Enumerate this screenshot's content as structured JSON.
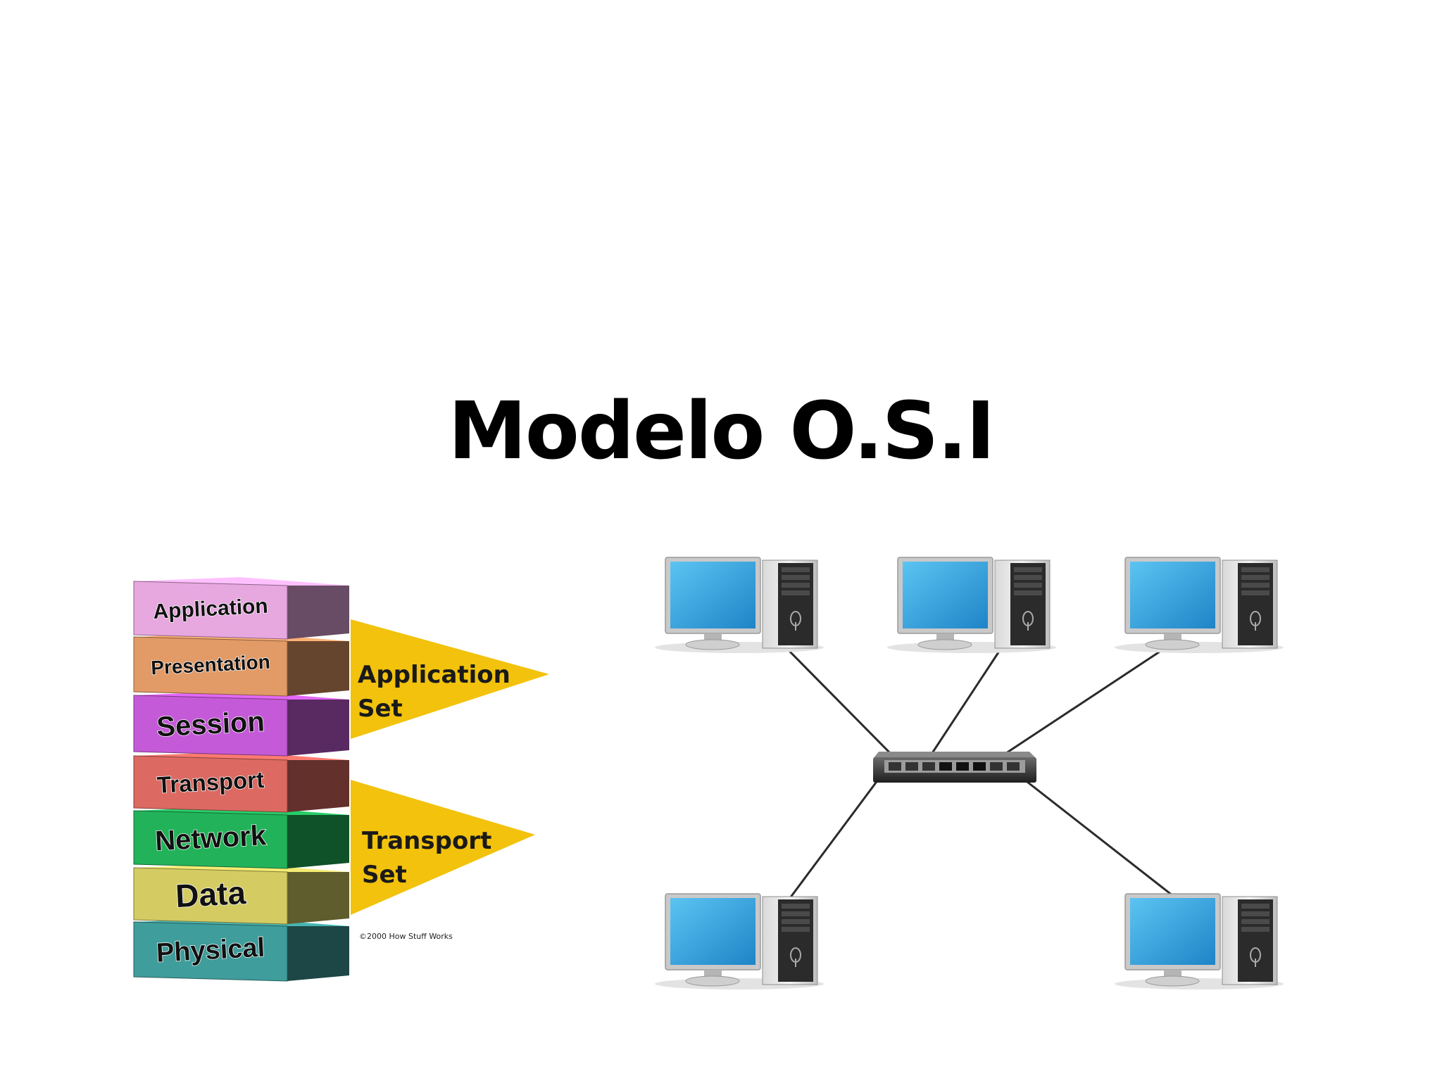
{
  "slide": {
    "title": "Modelo O.S.I"
  },
  "osi_stack": {
    "layers": [
      {
        "label": "Application",
        "color": "#e7a7df"
      },
      {
        "label": "Presentation",
        "color": "#e29a66"
      },
      {
        "label": "Session",
        "color": "#c55ad8"
      },
      {
        "label": "Transport",
        "color": "#dc6a62"
      },
      {
        "label": "Network",
        "color": "#22b35a"
      },
      {
        "label": "Data",
        "color": "#d4cc63"
      },
      {
        "label": "Physical",
        "color": "#3f9d9b"
      }
    ],
    "application_set": {
      "line1": "Application",
      "line2": "Set"
    },
    "transport_set": {
      "line1": "Transport",
      "line2": "Set"
    },
    "wedge_color": "#f2c20c",
    "credit": "©2000 How Stuff Works"
  },
  "network": {
    "device": "switch-icon",
    "computers": [
      "computer-icon",
      "computer-icon",
      "computer-icon",
      "computer-icon",
      "computer-icon"
    ]
  }
}
